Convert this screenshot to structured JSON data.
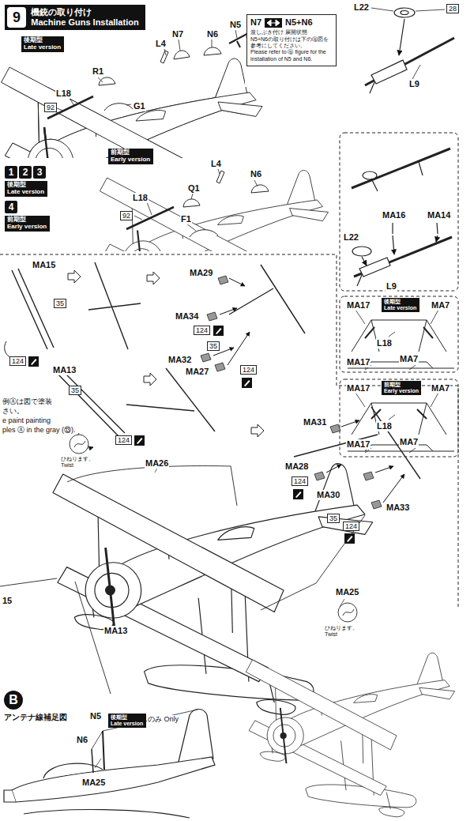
{
  "diagram": {
    "nodes": [
      {
        "text": [
          "9",
          "機銃の取り付け",
          "Machine Guns Installation"
        ]
      },
      {
        "text": [
          "N7",
          "N5+N6",
          "渡しぶき付け 展開状態",
          "N5+N6の取り付けは下のⒷ図を参考にしてください。",
          "Please refer to Ⓑ figure for the installation of N5 and N6."
        ]
      },
      {
        "text": [
          "後期型",
          "Late version"
        ]
      },
      {
        "text": [
          "前期型",
          "Early version"
        ]
      },
      {
        "text": [
          "1",
          "2",
          "3"
        ]
      },
      {
        "text": [
          "後期型",
          "Late version"
        ]
      },
      {
        "text": [
          "4"
        ]
      },
      {
        "text": [
          "前期型",
          "Early version"
        ]
      },
      {
        "text": [
          "後期型",
          "Late version"
        ]
      },
      {
        "text": [
          "前期型",
          "Early version"
        ]
      },
      {
        "text": [
          "B"
        ]
      },
      {
        "text": [
          "後期型",
          "Late version"
        ]
      }
    ],
    "labels": [
      "L4",
      "N7",
      "N6",
      "N5",
      "R1",
      "L18",
      "92",
      "G1",
      "L22",
      "28",
      "L9",
      "L4",
      "N6",
      "Q1",
      "L18",
      "92",
      "F1",
      "MA16",
      "MA14",
      "L22",
      "L9",
      "MA17",
      "MA7",
      "L18",
      "MA17",
      "MA7",
      "MA17",
      "MA7",
      "L18",
      "MA17",
      "MA7",
      "MA15",
      "35",
      "124",
      "MA29",
      "MA34",
      "124",
      "35",
      "MA32",
      "MA27",
      "124",
      "MA13",
      "35",
      "例Ⓐは図で塗装",
      "さい。",
      "e paint painting",
      "ples Ⓐ in the gray (⑬).",
      "124",
      "MA26",
      "ひねります。 Twist",
      "MA31",
      "MA28",
      "124",
      "MA30",
      "35",
      "MA33",
      "124",
      "MA25",
      "ひねります。 Twist",
      "15",
      "MA13",
      "アンテナ線補足図",
      "N5",
      "のみ Only",
      "N6",
      "MA25"
    ]
  }
}
